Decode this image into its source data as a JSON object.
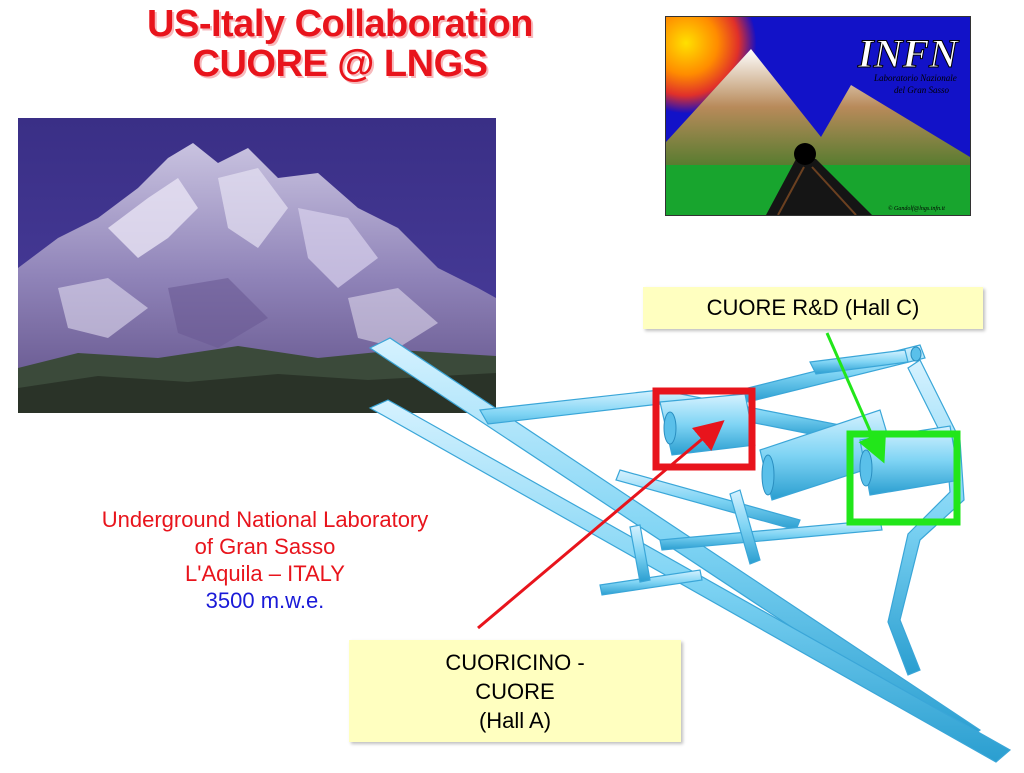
{
  "title": {
    "line1": "US-Italy Collaboration",
    "line2": "CUORE @ LNGS"
  },
  "logo": {
    "brand": "INFN",
    "subtitle_line1": "Laboratorio Nazionale",
    "subtitle_line2": "del Gran Sasso",
    "credit": "© Gandolf@lngs.infn.it"
  },
  "lab": {
    "line1": "Underground National Laboratory",
    "line2": "of Gran Sasso",
    "line3": "L'Aquila – ITALY",
    "depth": "3500 m.w.e."
  },
  "callouts": {
    "rd": "CUORE R&D  (Hall C)",
    "hall_a_line1": "CUORICINO -",
    "hall_a_line2": "CUORE",
    "hall_a_line3": "(Hall A)"
  },
  "colors": {
    "title_red": "#e8141c",
    "depth_blue": "#1a1ad8",
    "callout_bg": "#ffffc0",
    "box_red": "#e8141c",
    "box_green": "#22e61a",
    "tunnel_blue": "#79d0f0"
  }
}
